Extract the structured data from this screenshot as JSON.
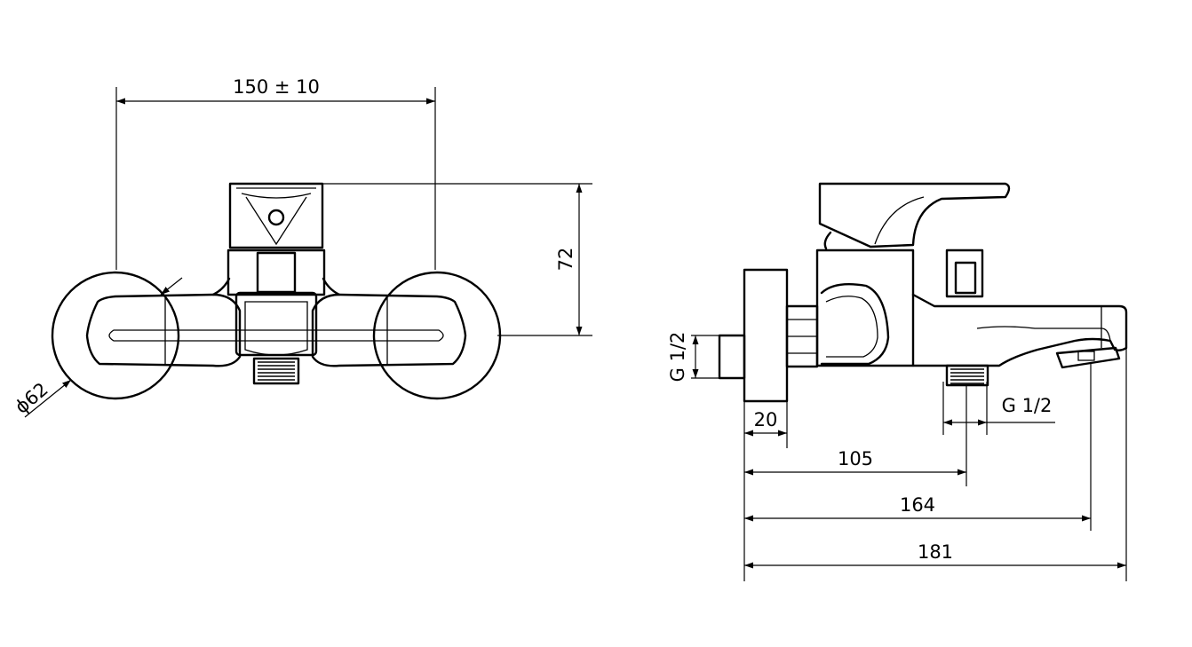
{
  "drawing": {
    "front_view": {
      "width_dim": "150 ± 10",
      "height_dim": "72",
      "diameter_dim": "ϕ62"
    },
    "side_view": {
      "inlet_thread": "G 1/2",
      "outlet_thread": "G 1/2",
      "flange_dim": "20",
      "dim_105": "105",
      "dim_164": "164",
      "dim_181": "181"
    }
  }
}
